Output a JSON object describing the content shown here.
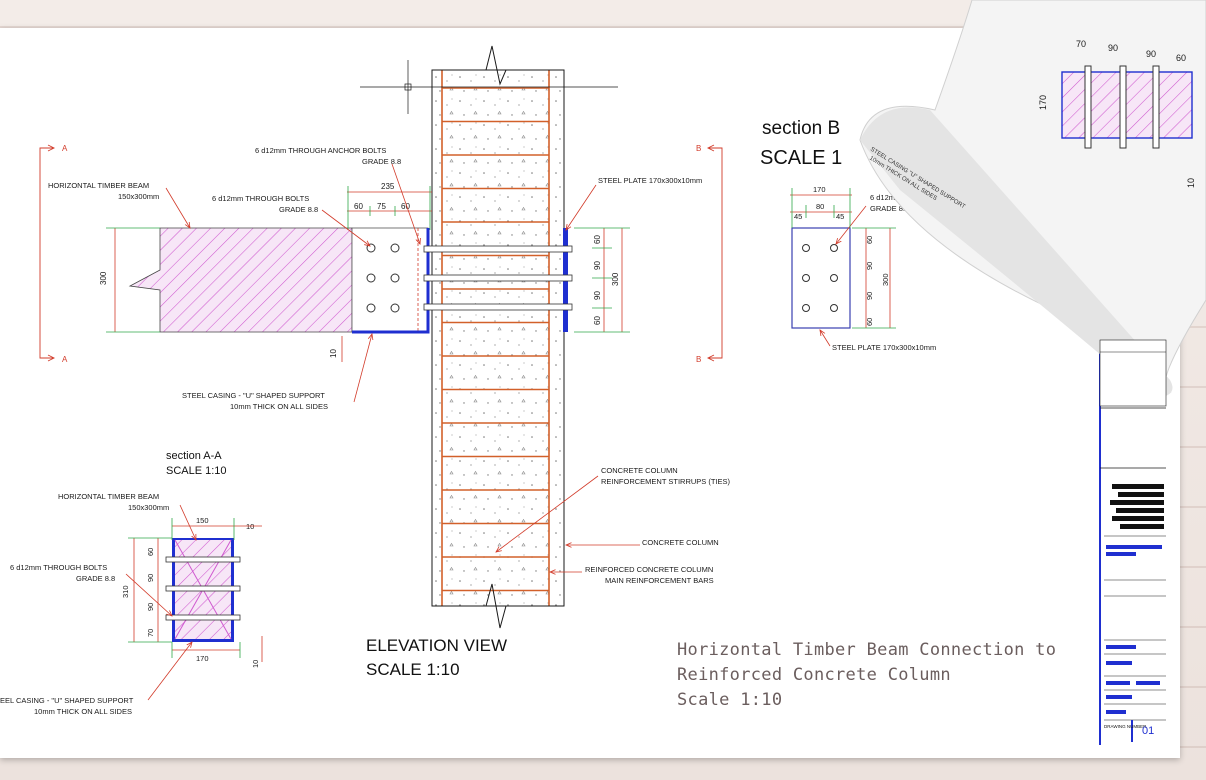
{
  "drawing_title": {
    "line1": "Horizontal Timber Beam Connection to",
    "line2": "Reinforced Concrete Column",
    "line3": "Scale 1:10"
  },
  "elevation": {
    "caption": "ELEVATION VIEW",
    "scale": "SCALE 1:10",
    "beam_label": "HORIZONTAL TIMBER BEAM",
    "beam_size": "150x300mm",
    "bolts_label": "6 d12mm THROUGH BOLTS",
    "bolts_grade": "GRADE 8.8",
    "anchor_label": "6 d12mm THROUGH ANCHOR BOLTS",
    "anchor_grade": "GRADE 8.8",
    "plate_label": "STEEL PLATE 170x300x10mm",
    "casing_label": "STEEL CASING - \"U\" SHAPED SUPPORT",
    "casing_note": "10mm THICK ON ALL SIDES",
    "stirrups_label": "CONCRETE COLUMN",
    "stirrups_note": "REINFORCEMENT STIRRUPS (TIES)",
    "column_label": "CONCRETE COLUMN",
    "main_bars_label": "REINFORCED CONCRETE COLUMN",
    "main_bars_note": "MAIN REINFORCEMENT BARS",
    "dim_235": "235",
    "dim_60a": "60",
    "dim_75": "75",
    "dim_60b": "60",
    "dim_300": "300",
    "dim_10": "10",
    "dim_plate_60a": "60",
    "dim_plate_90a": "90",
    "dim_plate_90b": "90",
    "dim_plate_60b": "60",
    "dim_plate_300": "300",
    "cut_a_top": "A",
    "cut_a_bottom": "A",
    "cut_b_top": "B",
    "cut_b_bottom": "B"
  },
  "section_aa": {
    "caption": "section A-A",
    "scale": "SCALE 1:10",
    "beam_label": "HORIZONTAL TIMBER BEAM",
    "beam_size": "150x300mm",
    "bolts_label": "6 d12mm THROUGH BOLTS",
    "bolts_grade": "GRADE 8.8",
    "casing_label": "EEL CASING - \"U\" SHAPED SUPPORT",
    "casing_note": "10mm THICK ON ALL SIDES",
    "dim_150": "150",
    "dim_10a": "10",
    "dim_310": "310",
    "dim_60": "60",
    "dim_90a": "90",
    "dim_90b": "90",
    "dim_70": "70",
    "dim_170": "170",
    "dim_10b": "10"
  },
  "section_bb": {
    "caption": "section B",
    "scale": "SCALE 1",
    "dim_170": "170",
    "dim_80": "80",
    "dim_45a": "45",
    "dim_45b": "45",
    "bolts_label": "6 d12mm",
    "bolts_grade": "GRADE 8.8",
    "dim_60a": "60",
    "dim_90a": "90",
    "dim_90b": "90",
    "dim_60b": "60",
    "dim_300": "300",
    "plate_label": "STEEL PLATE 170x300x10mm"
  },
  "title_block": {
    "drawing_number_label": "DRAWING NUMBER",
    "drawing_number": "01"
  },
  "rolled_sheet": {
    "dim_70": "70",
    "dim_90a": "90",
    "dim_90b": "90",
    "dim_60": "60",
    "dim_170": "170",
    "dim_10": "10",
    "casing_label": "STEEL CASING \"U\" SHAPED SUPPORT",
    "casing_note": "10mm THICK ON ALL SIDES"
  },
  "colors": {
    "line": "#1a1a1a",
    "dimension": "#d23b2a",
    "extension": "#2fa84a",
    "steel": "#1f2fd0",
    "timber_hatch": "#d05ad0",
    "rebar": "#d2602a"
  }
}
